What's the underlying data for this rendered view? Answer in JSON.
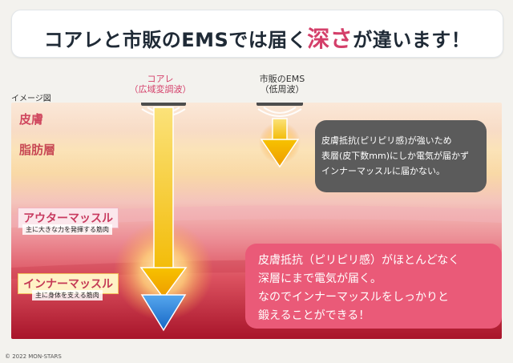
{
  "title": {
    "pre": "コアレと市販のEMSでは届く",
    "highlight": "深さ",
    "post": "が違います！"
  },
  "diagram_label": "イメージ図",
  "devices": {
    "koare": {
      "name": "コアレ",
      "sub": "（広域変調波）"
    },
    "commercial": {
      "name": "市販のEMS",
      "sub": "（低周波）"
    }
  },
  "layers": {
    "skin": "皮膚",
    "fat": "脂肪層",
    "outer": {
      "name": "アウターマッスル",
      "desc": "主に大きな力を発揮する筋肉"
    },
    "inner": {
      "name": "インナーマッスル",
      "desc": "主に身体を支える筋肉"
    }
  },
  "callout_gray": {
    "lines": [
      "皮膚抵抗(ピリピリ感)が強いため",
      "表層(皮下数mm)にしか電気が届かず",
      "インナーマッスルに届かない。"
    ]
  },
  "callout_pink": {
    "lines": [
      "皮膚抵抗（ピリピリ感）がほとんどなく",
      "深層にまで電気が届く。",
      "なのでインナーマッスルをしっかりと",
      "鍛えることができる！"
    ]
  },
  "copyright": "© 2022 MON-STARS",
  "colors": {
    "accent_pink": "#d43f6a",
    "gray_callout": "#5b5b5b",
    "pink_callout": "#ea5a78",
    "arrow_yellow": "#f5c400",
    "arrow_blue": "#1f7ad6"
  }
}
